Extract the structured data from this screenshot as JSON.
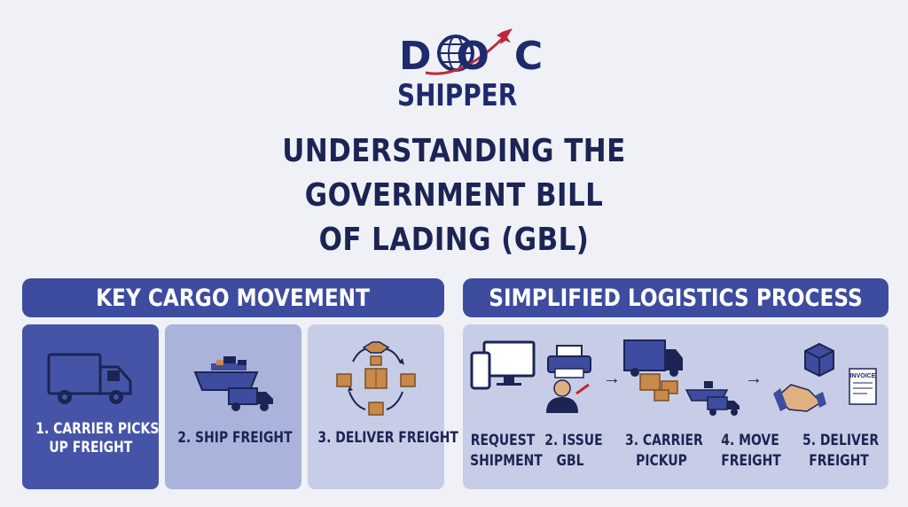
{
  "logo": {
    "line1": "DOC",
    "line2": "SHIPPER"
  },
  "title": {
    "line1": "UNDERSTANDING THE",
    "line2": "GOVERNMENT BILL",
    "line3": "OF LADING (GBL)"
  },
  "key_cargo": {
    "header": "KEY CARGO MOVEMENT",
    "items": [
      {
        "line1": "1. CARRIER PICKS",
        "line2": "UP FREIGHT"
      },
      {
        "line1": "2. SHIP FREIGHT"
      },
      {
        "line1": "3. DELIVER FREIGHT"
      }
    ]
  },
  "logistics": {
    "header": "SIMPLIFIED LOGISTICS PROCESS",
    "steps": [
      {
        "line1": "REQUEST",
        "line2": "SHIPMENT"
      },
      {
        "line1": "2. ISSUE",
        "line2": "GBL"
      },
      {
        "line1": "3. CARRIER",
        "line2": "PICKUP"
      },
      {
        "line1": "4. MOVE",
        "line2": "FREIGHT"
      },
      {
        "line1": "5. DELIVER",
        "line2": "FREIGHT"
      }
    ],
    "invoice_text": "INVOICE"
  },
  "colors": {
    "navy": "#1f2a6b",
    "accent_red": "#c0283a",
    "header_blue": "#3d4c9e",
    "panel_dark": "#4654a8",
    "panel_mid": "#aab3dc",
    "panel_light": "#c8cde7",
    "cardboard": "#c8894a"
  }
}
